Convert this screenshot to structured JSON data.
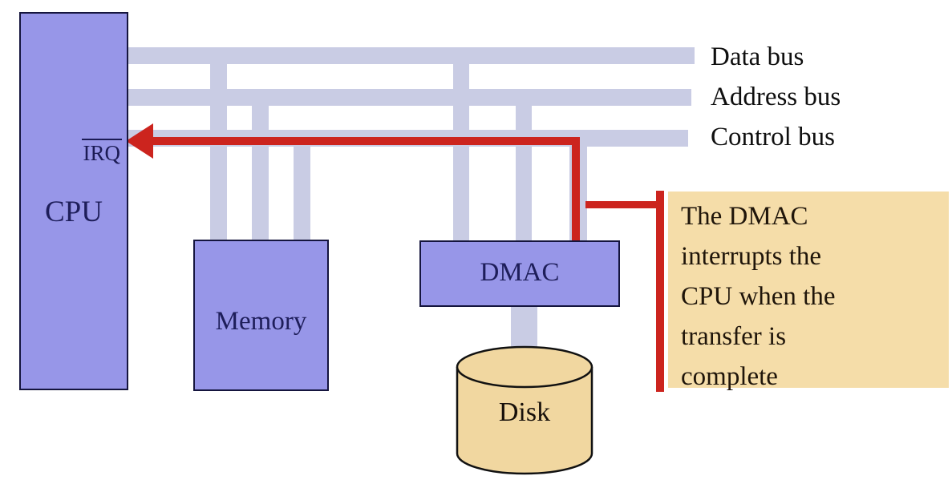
{
  "components": {
    "cpu": {
      "label": "CPU",
      "pin": "IRQ"
    },
    "memory": {
      "label": "Memory"
    },
    "dmac": {
      "label": "DMAC"
    },
    "disk": {
      "label": "Disk"
    }
  },
  "bus_labels": {
    "data": "Data bus",
    "address": "Address bus",
    "control": "Control bus"
  },
  "annotation": {
    "text": "The DMAC interrupts the CPU when the transfer is complete",
    "lines": [
      "The DMAC",
      "interrupts the",
      "CPU when the",
      "transfer is",
      "complete"
    ]
  },
  "colors": {
    "component_fill": "#9796e8",
    "component_border": "#15153e",
    "bus_fill": "#c9cce4",
    "interrupt_red": "#cc241e",
    "annotation_fill": "#f5dda9",
    "disk_fill": "#f1d7a0",
    "label_navy": "#1e1e5a",
    "text_black": "#0f0f0f"
  }
}
